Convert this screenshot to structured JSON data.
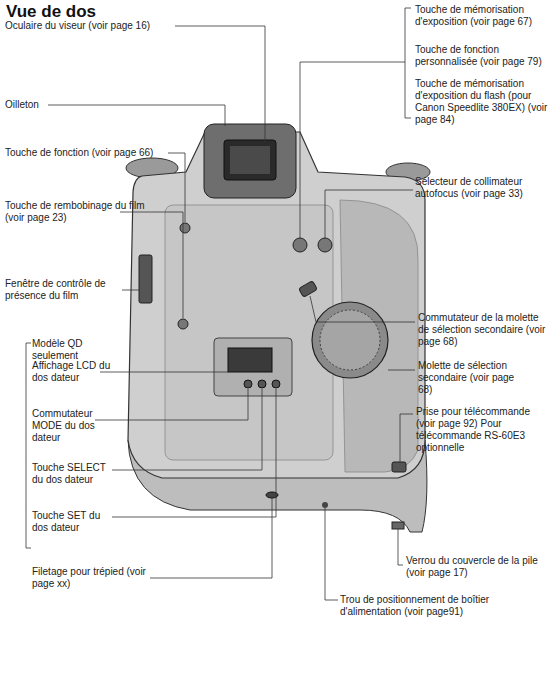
{
  "diagram": {
    "title": "Vue de dos",
    "labels": [
      "Oculaire du viseur (voir page 16)",
      "Oilleton",
      "Touche de fonction (voir page 66)",
      "Touche de rembobinage du film (voir page 23)",
      "Fenêtre de contrôle de présence du film",
      "Modèle QD seulement",
      "Affichage LCD du dos dateur",
      "Commutateur MODE du dos dateur",
      "Touche SELECT du dos dateur",
      "Touche SET du dos dateur",
      "Filetage pour trépied (voir page xx)",
      "Touche de mémorisation d'exposition (voir page 67)",
      "Touche de fonction personnalisée (voir page 79)",
      "Touche de mémorisation d'exposition du flash (pour Canon Speedlite 380EX) (voir page 84)",
      "Sélecteur de collimateur autofocus (voir page 33)",
      "Commutateur de la molette de sélection secondaire (voir page 68)",
      "Molette de sélection secondaire (voir page 68)",
      "Prise pour télécommande (voir page 92) Pour télécommande RS-60E3 optionnelle",
      "Verrou du couvercle de la pile (voir page 17)",
      "Trou de positionnement de boîtier d'alimentation (voir page91)"
    ]
  }
}
